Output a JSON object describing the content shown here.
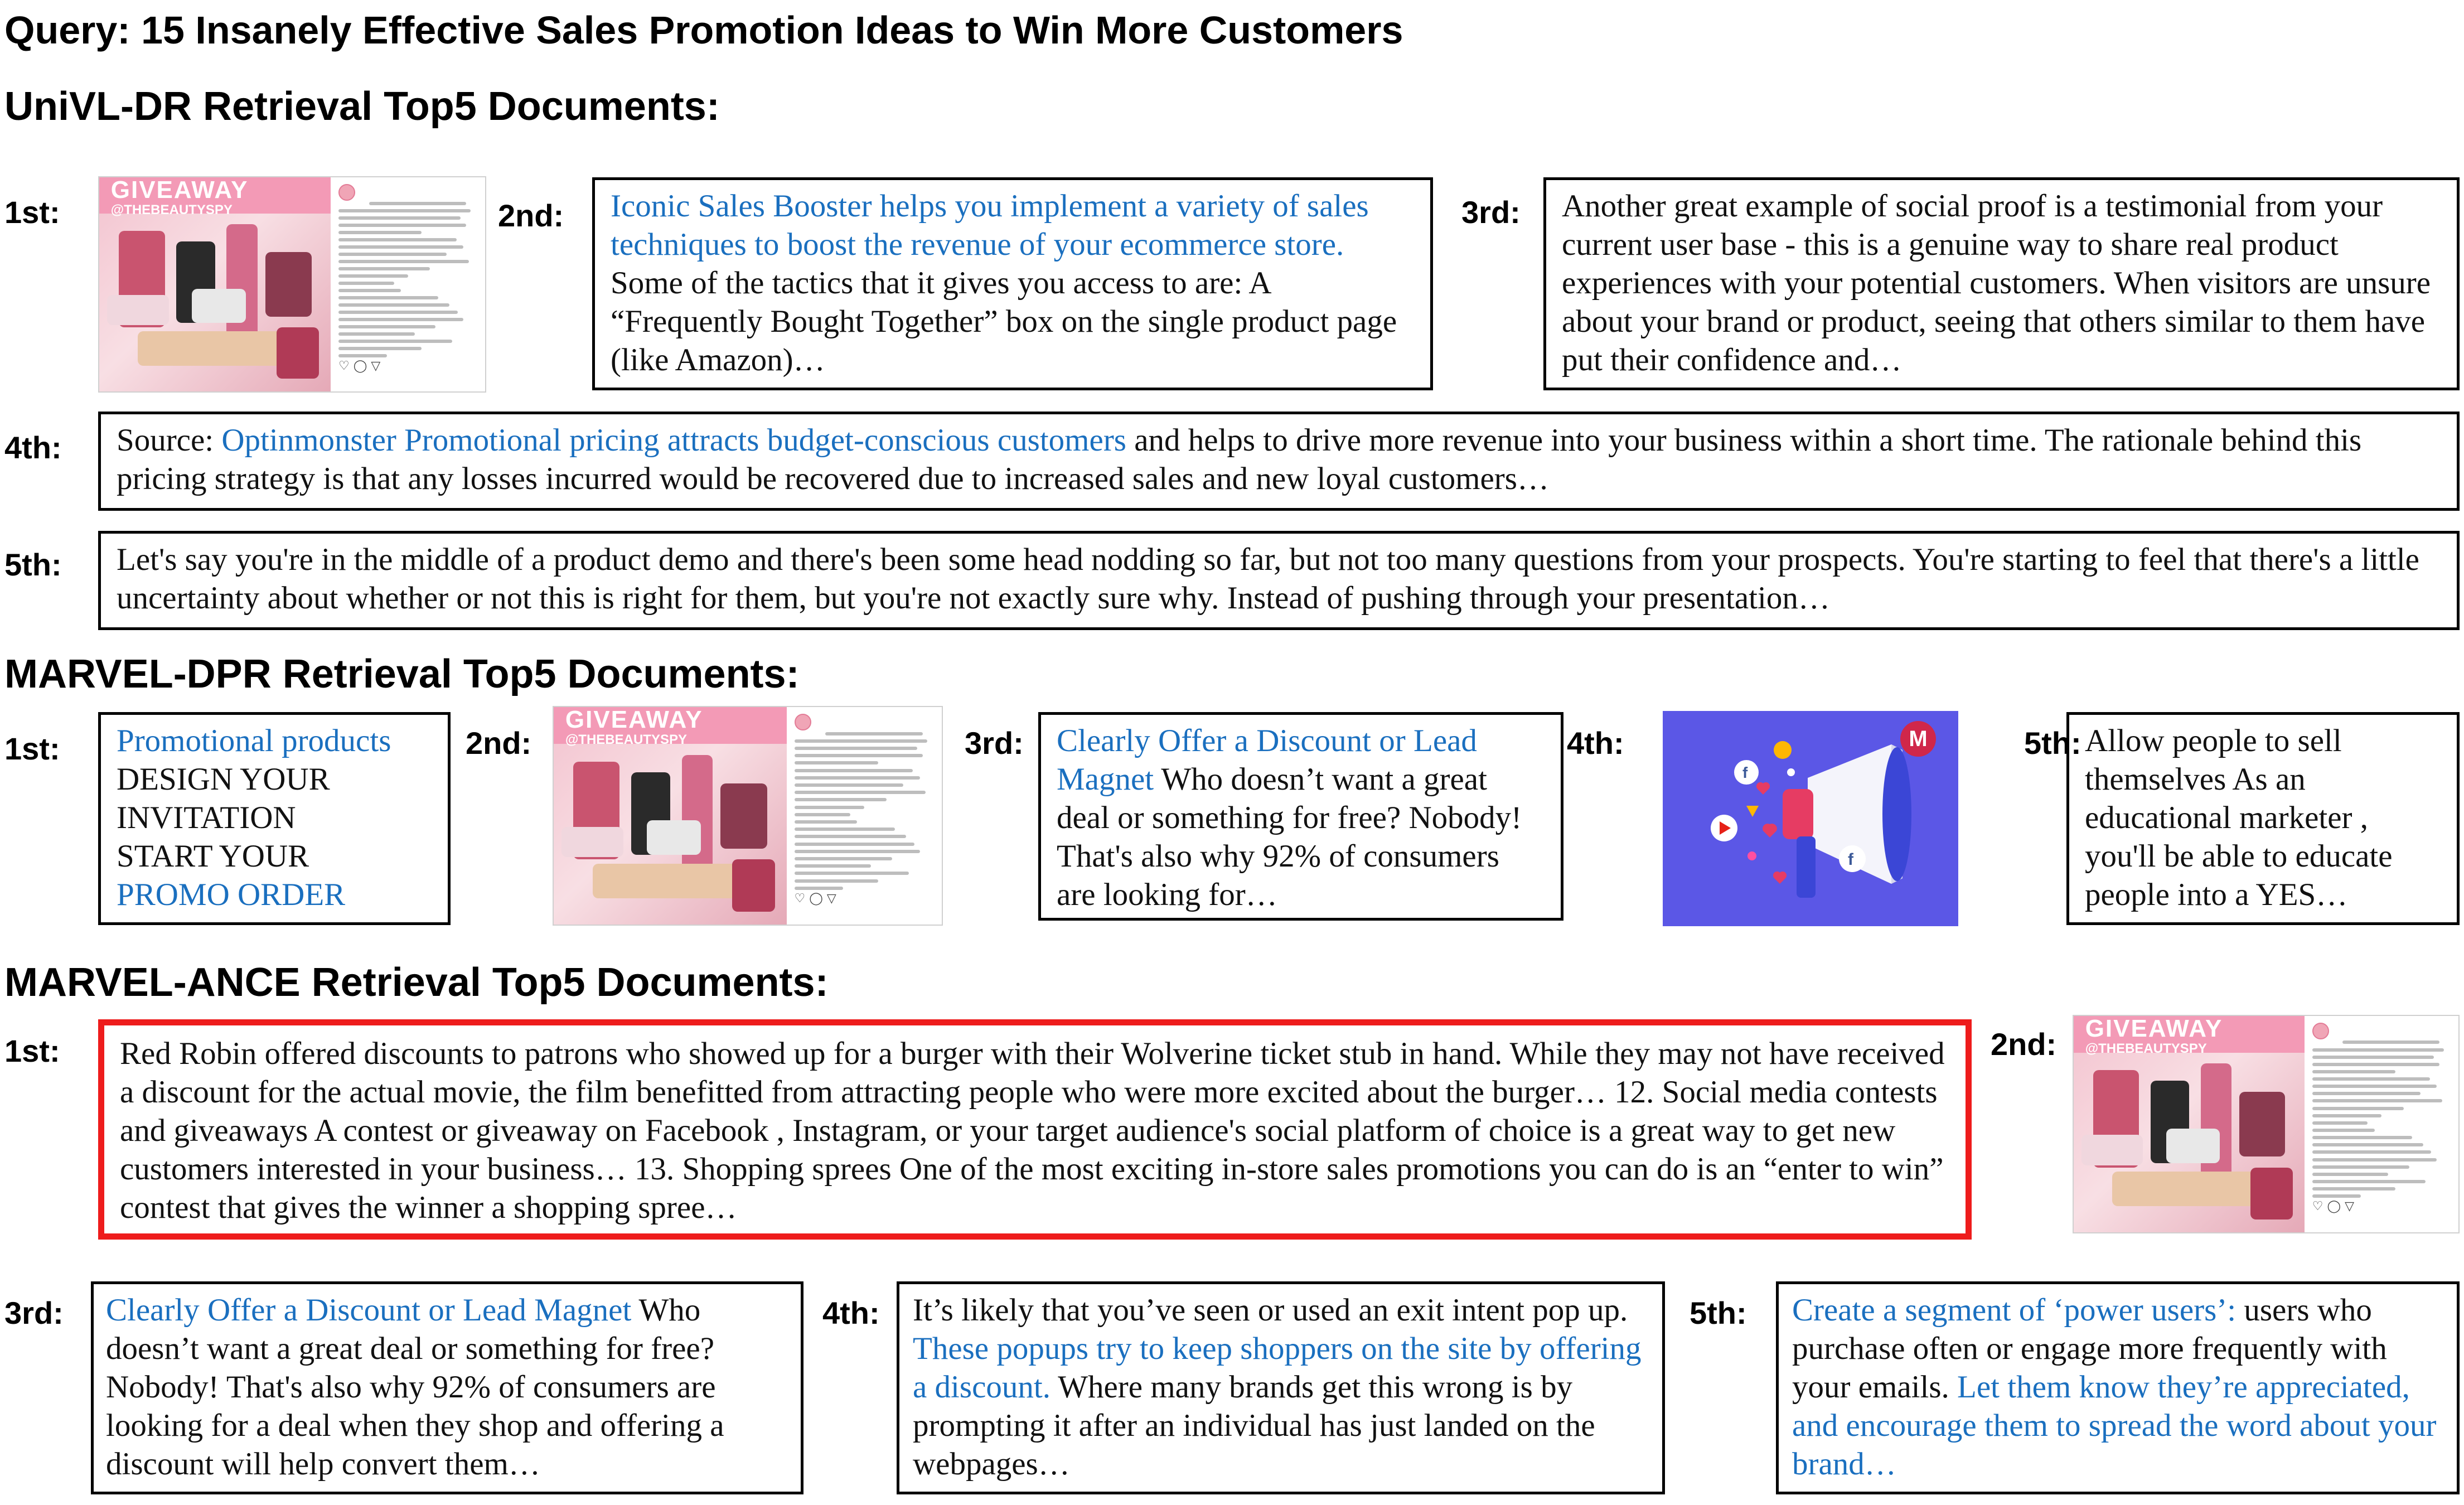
{
  "query": "Query: 15 Insanely Effective Sales Promotion Ideas to Win More Customers",
  "sections": [
    {
      "title": "UniVL-DR Retrieval Top5 Documents:",
      "ranks": [
        "1st:",
        "2nd:",
        "3rd:",
        "4th:",
        "5th:"
      ],
      "doc2": [
        {
          "t": "Iconic Sales Booster helps you implement a variety of sales techniques to boost the revenue of your ecommerce store.",
          "hl": true
        },
        {
          "t": " Some of the tactics that it gives you access to are: A “Frequently Bought Together” box on the single product page (like Amazon)…",
          "hl": false
        }
      ],
      "doc3": [
        {
          "t": "Another great example of social proof is a testimonial from your current user base - this is a genuine way to share real product experiences with your potential customers. When visitors are unsure about your brand or product, seeing that others similar to them have put their confidence and…",
          "hl": false
        }
      ],
      "doc4": [
        {
          "t": "Source:  ",
          "hl": false
        },
        {
          "t": "Optinmonster Promotional pricing attracts budget-conscious customers",
          "hl": true
        },
        {
          "t": " and helps to drive more revenue into your business within a short time. The rationale behind this pricing strategy is that any losses incurred would be recovered due to increased sales and new loyal customers…",
          "hl": false
        }
      ],
      "doc5": [
        {
          "t": "Let's say you're in the middle of a product demo and there's been some head nodding so far, but not too many questions from your prospects. You're starting to feel that there's a little uncertainty about whether or not this is right for them, but you're not exactly sure why. Instead of pushing through your presentation…",
          "hl": false
        }
      ]
    },
    {
      "title": "MARVEL-DPR Retrieval Top5 Documents:",
      "ranks": [
        "1st:",
        "2nd:",
        "3rd:",
        "4th:",
        "5th:"
      ],
      "doc1": [
        {
          "t": "Promotional products",
          "hl": true
        },
        {
          "t": "\nDESIGN YOUR\nINVITATION\nSTART YOUR\n",
          "hl": false
        },
        {
          "t": "PROMO ORDER",
          "hl": true
        }
      ],
      "doc3": [
        {
          "t": "Clearly Offer a Discount or Lead Magnet",
          "hl": true
        },
        {
          "t": " Who doesn’t want a great deal or something for free? Nobody! That's also why  92% of consumers are looking for…",
          "hl": false
        }
      ],
      "doc5": [
        {
          "t": "Allow people to sell themselves As an educational marketer , you'll be able to educate people into a YES…",
          "hl": false
        }
      ]
    },
    {
      "title": "MARVEL-ANCE Retrieval Top5 Documents:",
      "ranks": [
        "1st:",
        "2nd:",
        "3rd:",
        "4th:",
        "5th:"
      ],
      "doc1": [
        {
          "t": "Red Robin offered discounts to patrons who showed up for a burger with their Wolverine ticket stub in hand. While they may not have received a discount for the actual movie, the film benefitted from attracting people who were more excited about the burger… 12. Social media contests and giveaways A contest or giveaway on Facebook , Instagram, or your target audience's social platform of choice is a great way to get new customers interested in your business… 13. Shopping sprees One of the most exciting in-store sales promotions you can do is an “enter to win” contest that gives the winner a shopping spree…",
          "hl": false
        }
      ],
      "doc3": [
        {
          "t": "Clearly Offer a Discount or Lead Magnet",
          "hl": true
        },
        {
          "t": " Who doesn’t want a great deal or something for free? Nobody! That's also why  92% of consumers are looking for a deal when they shop  and offering a discount will help convert them…",
          "hl": false
        }
      ],
      "doc4": [
        {
          "t": "It’s likely that you’ve seen or used an exit intent pop up. ",
          "hl": false
        },
        {
          "t": "These popups try to keep shoppers on the site by offering a discount.",
          "hl": true
        },
        {
          "t": " Where many brands get this wrong is by prompting it after an individual has just landed on the webpages…",
          "hl": false
        }
      ],
      "doc5": [
        {
          "t": "Create a segment of ‘power users’:",
          "hl": true
        },
        {
          "t": " users who purchase often or engage more frequently with your emails. ",
          "hl": false
        },
        {
          "t": "Let them know they’re appreciated, and encourage them to spread the word about your brand…",
          "hl": true
        }
      ]
    }
  ],
  "giveaway_image": {
    "banner_line1": "GIVEAWAY",
    "banner_line2": "@THEBEAUTYSPY",
    "icons": "♡ ◯ ▽"
  },
  "megaphone_image": {
    "logo": "M"
  },
  "colors": {
    "highlight": "#1a6fbf",
    "relevant_border": "#ee1c1c",
    "megaphone_bg": "#5b57e6"
  }
}
